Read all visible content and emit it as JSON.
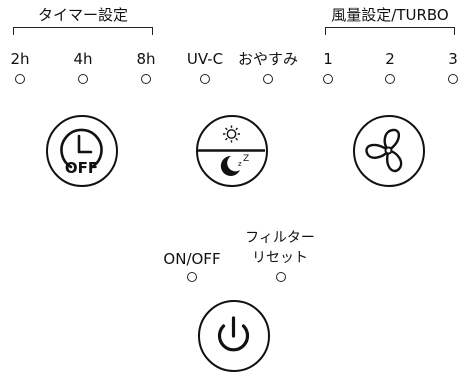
{
  "timer": {
    "group_label": "タイマー設定",
    "options": [
      {
        "label": "2h",
        "lit": false
      },
      {
        "label": "4h",
        "lit": false
      },
      {
        "label": "8h",
        "lit": false
      }
    ],
    "button_label": "OFF"
  },
  "uvc": {
    "label": "UV-C",
    "lit": false
  },
  "sleep": {
    "label": "おやすみ",
    "lit": false
  },
  "fan": {
    "group_label": "風量設定/TURBO",
    "options": [
      {
        "label": "1",
        "lit": false
      },
      {
        "label": "2",
        "lit": false
      },
      {
        "label": "3",
        "lit": false
      }
    ]
  },
  "sleep_button": {
    "z_small": "z",
    "z_big": "Z"
  },
  "power": {
    "label": "ON/OFF",
    "lit": false
  },
  "filter_reset": {
    "line1": "フィルター",
    "line2": "リセット",
    "lit": false
  },
  "icons": [
    "clock-icon",
    "sun-icon",
    "moon-icon",
    "fan-icon",
    "power-icon"
  ]
}
